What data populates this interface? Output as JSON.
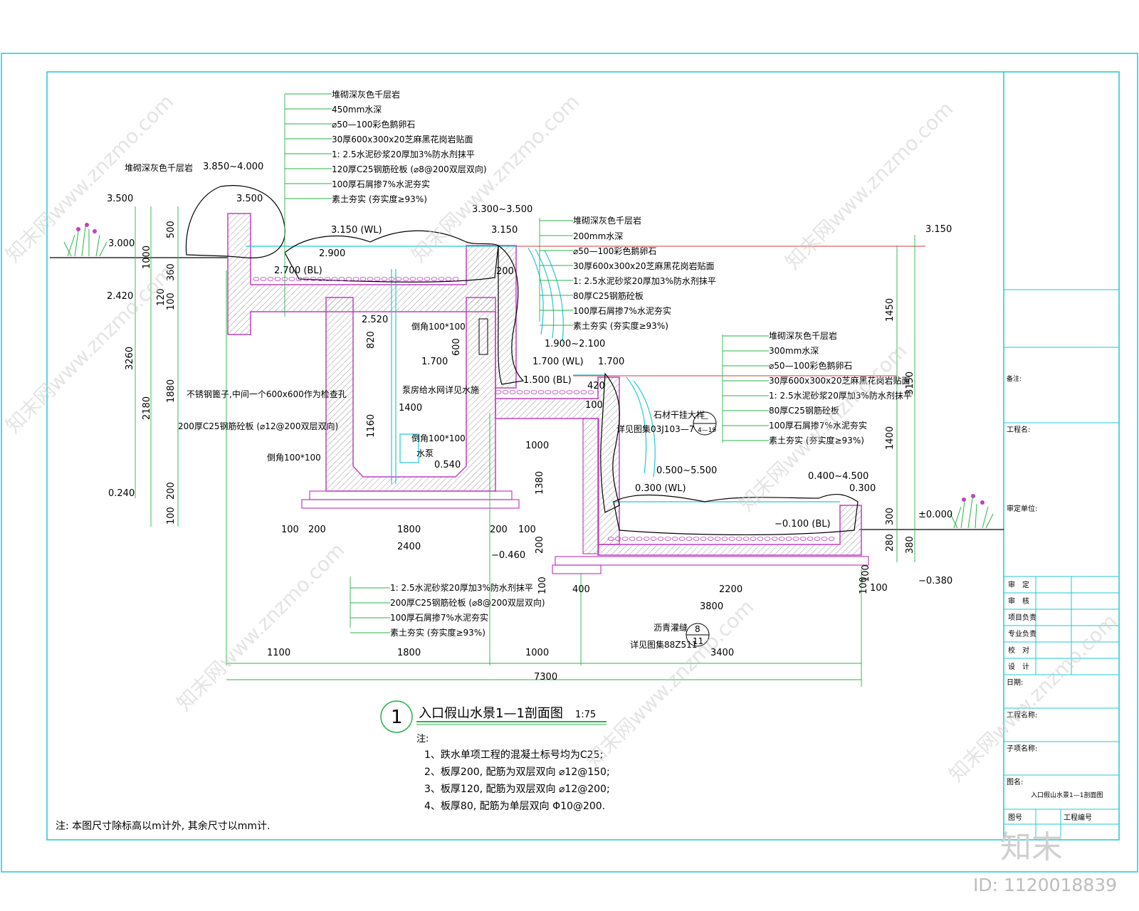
{
  "title": {
    "number": "1",
    "text": "入口假山水景1—1剖面图",
    "scale": "1:75"
  },
  "notes_header": "注:",
  "notes": [
    "1、跌水单项工程的混凝土标号均为C25;",
    "2、板厚200, 配筋为双层双向 ⌀12@150;",
    "3、板厚120, 配筋为双层双向 ⌀12@200;",
    "4、板厚80, 配筋为单层双向 Φ10@200."
  ],
  "footer_note": "注: 本图尺寸除标高以m计外, 其余尺寸以mm计.",
  "id_text": "ID: 1120018839",
  "logo_text": "知末",
  "watermark": "知末网www.znzmo.com",
  "layers_top": [
    "堆砌深灰色千层岩",
    "450mm水深",
    "⌀50—100彩色鹅卵石",
    "30厚600x300x20芝麻黑花岗岩贴面",
    "1: 2.5水泥砂浆20厚加3%防水剂抹平",
    "120厚C25钢筋砼板 (⌀8@200双层双向)",
    "100厚石屑掺7%水泥夯实",
    "素土夯实 (夯实度≥93%)"
  ],
  "layers_mid": [
    "堆砌深灰色千层岩",
    "200mm水深",
    "⌀50—100彩色鹅卵石",
    "30厚600x300x20芝麻黑花岗岩贴面",
    "1: 2.5水泥砂浆20厚加3%防水剂抹平",
    "80厚C25钢筋砼板",
    "100厚石屑掺7%水泥夯实",
    "素土夯实 (夯实度≥93%)"
  ],
  "layers_low": [
    "堆砌深灰色千层岩",
    "300mm水深",
    "⌀50—100彩色鹅卵石",
    "30厚600x300x20芝麻黑花岗岩贴面",
    "1: 2.5水泥砂浆20厚加3%防水剂抹平",
    "80厚C25钢筋砼板",
    "100厚石屑掺7%水泥夯实",
    "素土夯实 (夯实度≥93%)"
  ],
  "layers_bottom": [
    "1: 2.5水泥砂浆20厚加3%防水剂抹平",
    "200厚C25钢筋砼板 (⌀8@200双层双向)",
    "100厚石屑掺7%水泥夯实",
    "素土夯实 (夯实度≥93%)"
  ],
  "labels": {
    "rock_top": "堆砌深灰色千层岩",
    "tank_cover": "不锈钢篦子,中间一个600x600作为检查孔",
    "tank_slab": "200厚C25钢筋砼板 (⌀12@200双层双向)",
    "chamfer1": "倒角100*100",
    "chamfer2": "倒角100*100",
    "chamfer3": "倒角100*100",
    "pump_pipe": "泵房给水网详见水施",
    "pump": "水泵",
    "stone_label": "石材干挂大样",
    "stone_ref": "详见图集03J103—7",
    "stone_circle_top": "—",
    "stone_circle_bot": "4—19",
    "asphalt": "沥青灌缝",
    "asphalt_ref": "详见图集88Z511",
    "asphalt_top": "8",
    "asphalt_bot": "11"
  },
  "elevations": [
    "3.850~4.000",
    "3.500",
    "3.500",
    "3.000",
    "3.150 (WL)",
    "2.900",
    "2.700 (BL)",
    "2.420",
    "2.520",
    "1.700",
    "0.240",
    "3.300~3.500",
    "3.150",
    "1.900~2.100",
    "1.700 (WL)",
    "1.700",
    "1.500 (BL)",
    "0.500~5.500",
    "0.300 (WL)",
    "0.400~4.500",
    "0.300",
    "−0.100 (BL)",
    "±0.000",
    "−0.380",
    "0.540",
    "−0.460",
    "3.150"
  ],
  "dims_left": [
    "500",
    "1000",
    "360",
    "120",
    "100",
    "3260",
    "2180",
    "1880",
    "200",
    "100"
  ],
  "dims_inner": [
    "820",
    "600",
    "1400",
    "1160",
    "200",
    "420",
    "100",
    "1000",
    "1380",
    "200"
  ],
  "dims_right": [
    "1450",
    "3150",
    "1400",
    "300",
    "280",
    "380",
    "100",
    "100"
  ],
  "dims_bottom_row1": [
    "100",
    "200",
    "1800",
    "200",
    "100",
    "2400"
  ],
  "dims_bottom_row2": [
    "100",
    "400",
    "2200",
    "100",
    "3800"
  ],
  "dims_bottom_row3": [
    "1100",
    "1800",
    "1000",
    "3400"
  ],
  "dims_total": "7300",
  "side_panel": {
    "notes_title": "备注:",
    "reviewer": "工程名:",
    "approver": "审定单位:",
    "rows": [
      "审　定",
      "审　核",
      "项目负责",
      "专业负责",
      "校　对",
      "设　计"
    ],
    "date": "日期:",
    "project": "工程名称:",
    "subproject": "子项名称:",
    "drawing": "图名:",
    "drawing_name": "入口假山水景1—1剖面图",
    "drawing_no": "图号",
    "design_no": "工程编号"
  }
}
